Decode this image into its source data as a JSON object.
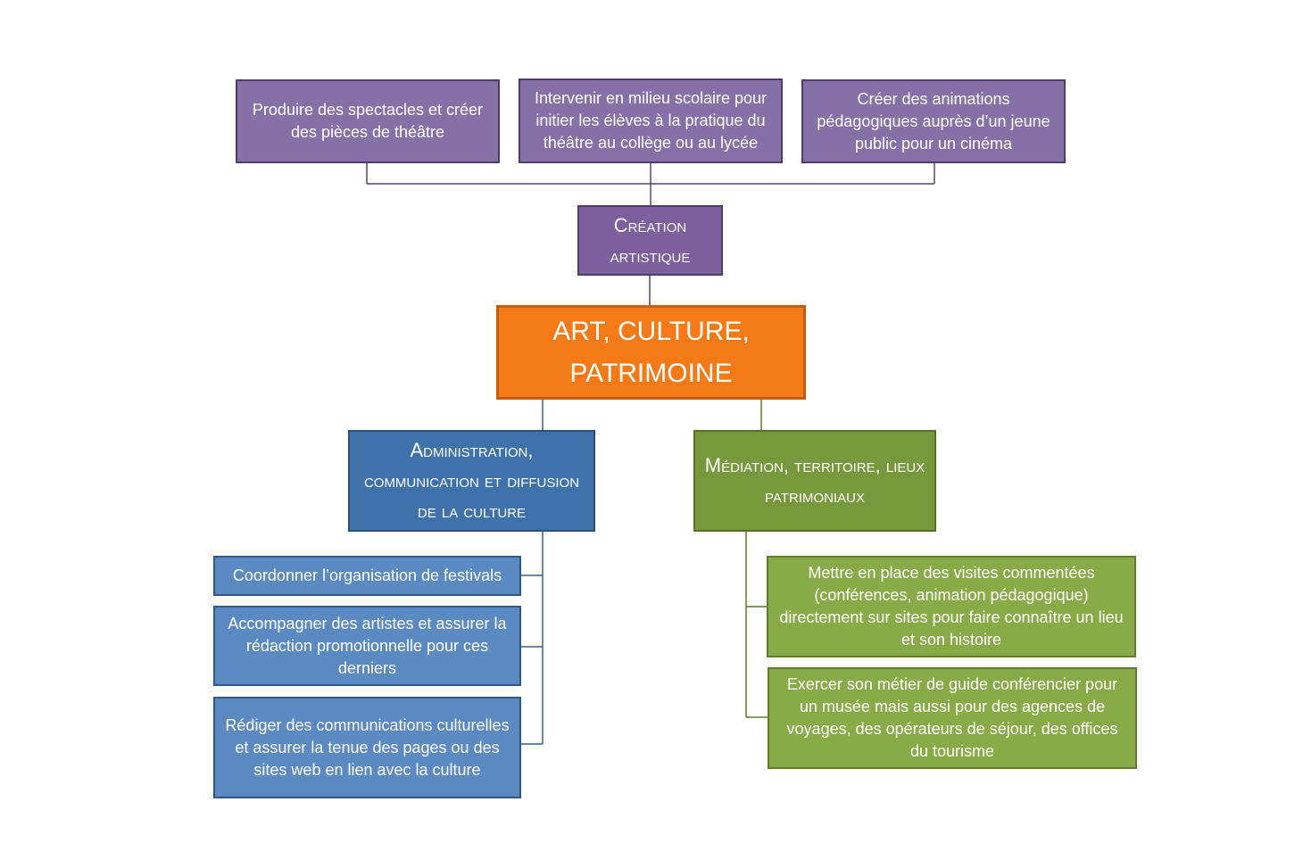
{
  "creation": {
    "title": "Création artistique",
    "items": [
      "Produire des spectacles et créer des pièces de théâtre",
      "Intervenir en milieu scolaire pour initier les élèves à la pratique du théâtre au collège ou au lycée",
      "Créer des animations pédagogiques auprès d’un jeune public pour un cinéma"
    ]
  },
  "center": {
    "title": "ART, CULTURE, PATRIMOINE"
  },
  "administration": {
    "title": "Administration, communication et diffusion de la culture",
    "items": [
      "Coordonner l’organisation de festivals",
      "Accompagner des artistes et assurer la rédaction promotionnelle pour ces derniers",
      "Rédiger des communications culturelles et assurer la tenue des pages ou des sites web en lien avec la culture"
    ]
  },
  "mediation": {
    "title": "Médiation, territoire, lieux patrimoniaux",
    "items": [
      "Mettre en place des visites commentées (conférences, animation pédagogique) directement sur sites pour faire connaître un lieu et son histoire",
      "Exercer son métier de guide conférencier pour un musée mais aussi pour des agences de voyages, des opérateurs de séjour, des offices du tourisme"
    ]
  },
  "colors": {
    "purple": "#8670a8",
    "purple_dark": "#7c5f9c",
    "orange": "#f47a17",
    "blue": "#3f72ab",
    "blue_light": "#5b8ac3",
    "green": "#78983e",
    "green_light": "#89ab47",
    "connector_purple": "#5a466f",
    "connector_blue": "#3a5f8a",
    "connector_green": "#5d7a2e"
  }
}
